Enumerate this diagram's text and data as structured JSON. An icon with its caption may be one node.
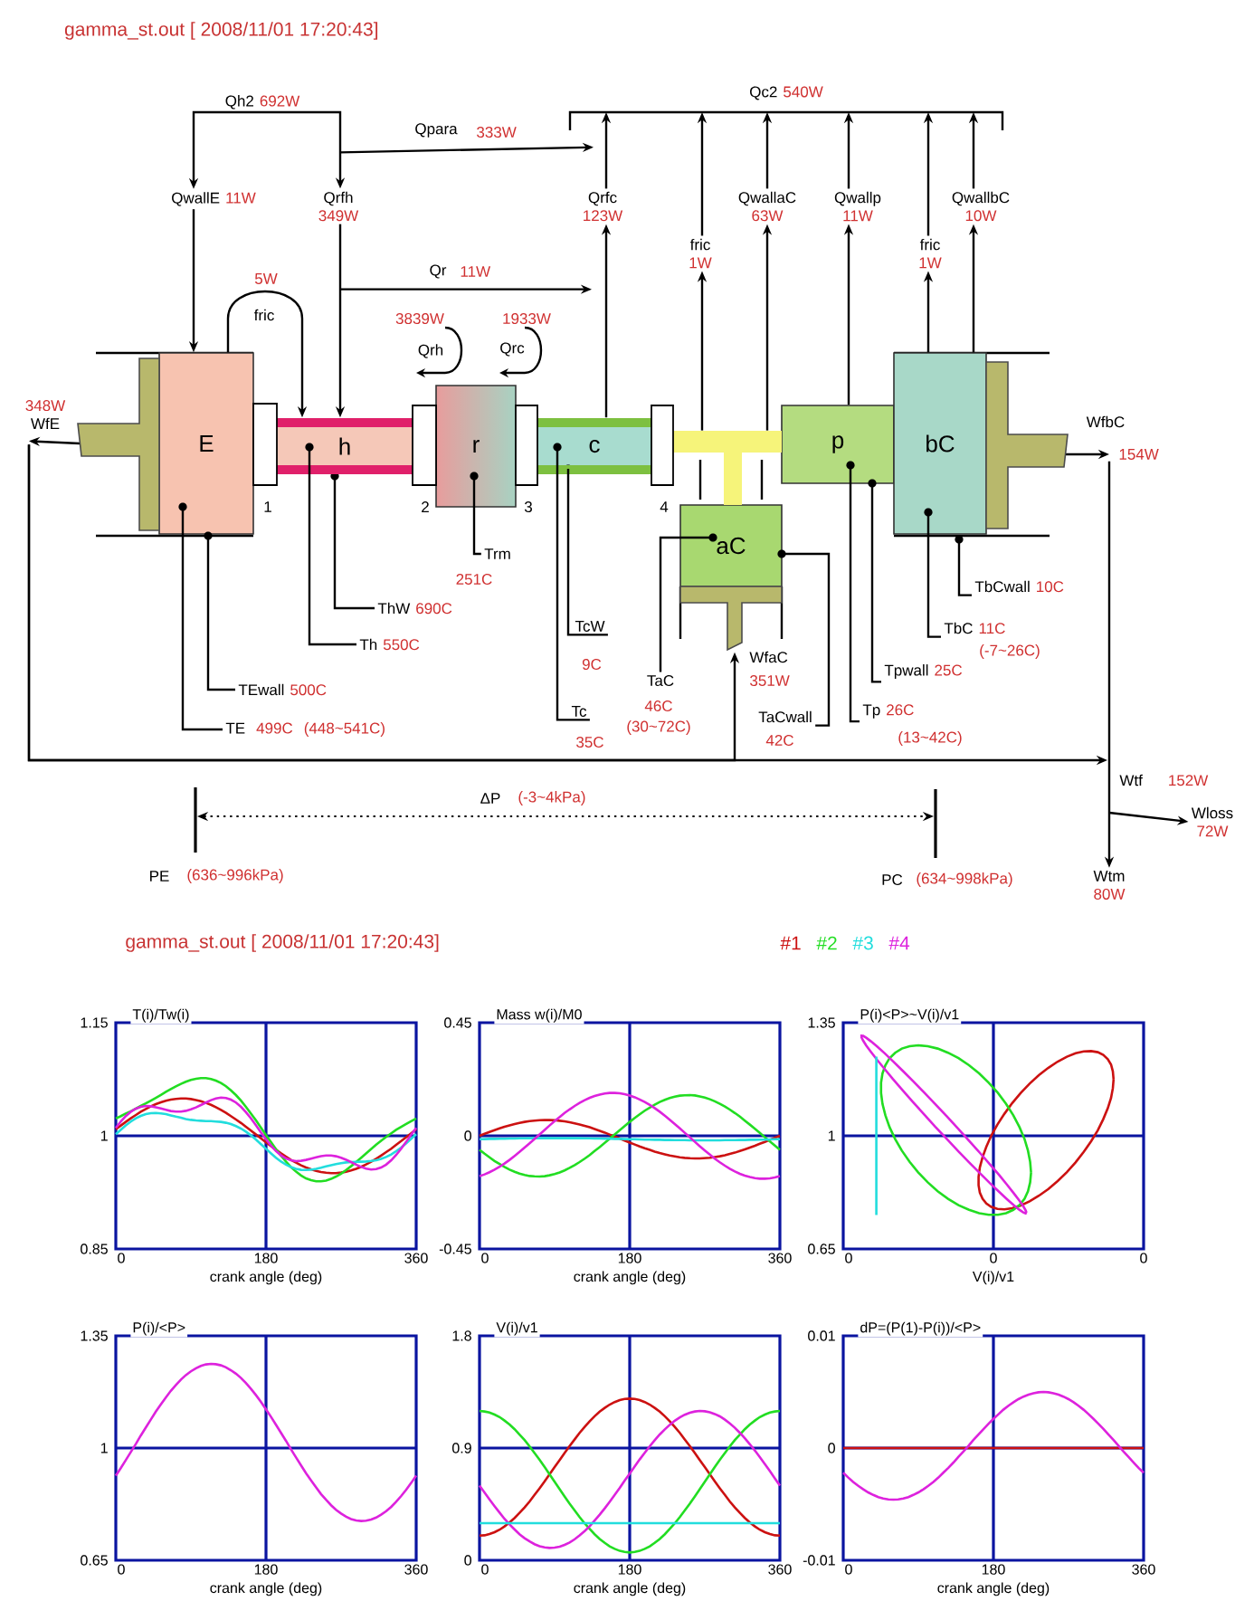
{
  "diagram": {
    "title": "gamma_st.out [ 2008/11/01 17:20:43]",
    "nodes": [
      {
        "text": [
          "Qh2",
          "692W"
        ]
      },
      {
        "text": [
          "QwallE",
          "11W"
        ]
      },
      {
        "text": [
          "Qrfh",
          "349W"
        ]
      },
      {
        "text": [
          "Qc2",
          "540W"
        ]
      },
      {
        "text": [
          "Qrfc",
          "123W"
        ]
      },
      {
        "text": [
          "fric",
          "1W"
        ]
      },
      {
        "text": [
          "QwallaC",
          "63W"
        ]
      },
      {
        "text": [
          "Qwallp",
          "11W"
        ]
      },
      {
        "text": [
          "fric",
          "1W"
        ]
      },
      {
        "text": [
          "QwallbC",
          "10W"
        ]
      },
      {
        "text": [
          "348W",
          "WfE"
        ]
      },
      {
        "text": [
          "E"
        ]
      },
      {
        "text": [
          "h"
        ]
      },
      {
        "text": [
          "r"
        ]
      },
      {
        "text": [
          "c"
        ]
      },
      {
        "text": [
          "aC"
        ]
      },
      {
        "text": [
          "p"
        ]
      },
      {
        "text": [
          "bC"
        ]
      },
      {
        "text": [
          "WfbC"
        ],
        "beside": [
          "154W"
        ]
      },
      {
        "text": [
          "Trm"
        ],
        "beside": [
          "251C"
        ]
      },
      {
        "text": [
          "TcW"
        ],
        "beside": [
          "9C"
        ]
      },
      {
        "text": [
          "ThW",
          "690C"
        ]
      },
      {
        "text": [
          "Th",
          "550C"
        ]
      },
      {
        "text": [
          "TbCwall",
          "10C"
        ]
      },
      {
        "text": [
          "TbC",
          "11C"
        ],
        "beside": [
          "(-7~26C)"
        ]
      },
      {
        "text": [
          "Tpwall",
          "25C"
        ]
      },
      {
        "text": [
          "TEwall",
          "500C"
        ]
      },
      {
        "text": [
          "Tc"
        ],
        "beside": [
          "35C"
        ]
      },
      {
        "text": [
          "TaC"
        ],
        "beside": [
          "46C",
          "(30~72C)"
        ]
      },
      {
        "text": [
          "TaCwall"
        ],
        "beside": [
          "42C"
        ]
      },
      {
        "text": [
          "Tp",
          "26C"
        ],
        "beside": [
          "(13~42C)"
        ]
      },
      {
        "text": [
          "TE",
          "499C",
          "(448~541C)"
        ]
      },
      {
        "text": [
          "Wtf",
          "152W"
        ]
      },
      {
        "text": [
          "Wloss",
          "72W"
        ]
      },
      {
        "text": [],
        "shape": "bar",
        "beside": [
          "PE",
          "(636~996kPa)"
        ]
      },
      {
        "text": [],
        "shape": "bar",
        "beside": [
          "PC",
          "(634~998kPa)"
        ]
      },
      {
        "text": [
          "Wtm",
          "80W"
        ]
      },
      {
        "text": [],
        "shape": "bar"
      }
    ],
    "edges": [
      {
        "from": 0,
        "to": 1,
        "arrow": "to"
      },
      {
        "from": 0,
        "to": 2,
        "arrow": "to"
      },
      {
        "from": 2,
        "to": 3,
        "arrow": "to",
        "label": "Qpara"
      },
      {
        "from": 1,
        "to": 11,
        "arrow": "to"
      },
      {
        "from": 2,
        "to": 12,
        "arrow": "to"
      },
      {
        "from": 11,
        "to": 12,
        "arrow": "to",
        "label": "fric"
      },
      {
        "from": 2,
        "to": 4,
        "arrow": "to",
        "label": "Qr"
      },
      {
        "from": 14,
        "to": 4,
        "arrow": "to"
      },
      {
        "from": 4,
        "to": 3,
        "arrow": "to"
      },
      {
        "from": 37,
        "to": 5,
        "arrow": "to"
      },
      {
        "from": 5,
        "to": 3,
        "arrow": "to"
      },
      {
        "from": 37,
        "to": 6,
        "arrow": "to"
      },
      {
        "from": 6,
        "to": 3,
        "arrow": "to"
      },
      {
        "from": 16,
        "to": 7,
        "arrow": "to"
      },
      {
        "from": 7,
        "to": 3,
        "arrow": "to"
      },
      {
        "from": 17,
        "to": 8,
        "arrow": "to"
      },
      {
        "from": 8,
        "to": 3,
        "arrow": "to"
      },
      {
        "from": 17,
        "to": 9,
        "arrow": "to"
      },
      {
        "from": 9,
        "to": 3,
        "arrow": "to"
      },
      {
        "from": 11,
        "to": 10,
        "arrow": "to"
      },
      {
        "from": 17,
        "to": 18,
        "arrow": "to"
      },
      {
        "from": 19,
        "to": 13,
        "arrow": "none"
      },
      {
        "from": 20,
        "to": 14,
        "arrow": "none"
      },
      {
        "from": 21,
        "to": 12,
        "arrow": "none"
      },
      {
        "from": 22,
        "to": 12,
        "arrow": "none"
      },
      {
        "from": 23,
        "to": 17,
        "arrow": "none"
      },
      {
        "from": 24,
        "to": 17,
        "arrow": "none"
      },
      {
        "from": 25,
        "to": 16,
        "arrow": "none"
      },
      {
        "from": 26,
        "to": 11,
        "arrow": "none"
      },
      {
        "from": 27,
        "to": 14,
        "arrow": "none"
      },
      {
        "from": 28,
        "to": 15,
        "arrow": "none"
      },
      {
        "from": 29,
        "to": 15,
        "arrow": "none"
      },
      {
        "from": 30,
        "to": 16,
        "arrow": "none"
      },
      {
        "from": 31,
        "to": 11,
        "arrow": "none"
      },
      {
        "from": 10,
        "to": 15,
        "arrow": "to",
        "label": "WfaC"
      },
      {
        "from": 10,
        "to": 32,
        "arrow": "to"
      },
      {
        "from": 18,
        "to": 36,
        "arrow": "to"
      },
      {
        "from": 32,
        "to": 33,
        "arrow": "to"
      },
      {
        "from": 34,
        "to": 35,
        "arrow": "both",
        "style": "dashed",
        "label": "ΔP"
      }
    ],
    "labels": [
      "333W",
      "5W",
      "11W",
      "3839W",
      "1933W",
      "Qrh",
      "Qrc",
      "1",
      "2",
      "3",
      "4",
      "351W",
      "(-3~4kPa)",
      "gamma_st.out [ 2008/11/01 17:20:43]",
      "T(i)/Tw(i)",
      "1.15",
      "1",
      "0.85",
      "0",
      "180",
      "360",
      "crank angle (deg)",
      "Mass w(i)/M0",
      "0.45",
      "0",
      "-0.45",
      "0",
      "180",
      "360",
      "crank angle (deg)",
      "P(i)<P>~V(i)/v1",
      "1.35",
      "1",
      "0.65",
      "0",
      "0",
      "0",
      "V(i)/v1",
      "P(i)/<P>",
      "1.35",
      "1",
      "0.65",
      "0",
      "180",
      "360",
      "crank angle (deg)",
      "V(i)/v1",
      "1.8",
      "0.9",
      "0",
      "0",
      "180",
      "360",
      "crank angle (deg)",
      "dP=(P(1)-P(i))/<P>",
      "0.01",
      "0",
      "-0.01",
      "0",
      "180",
      "360",
      "crank angle (deg)"
    ],
    "legend": [
      {
        "text": "#1",
        "color": "#cc1111"
      },
      {
        "text": "#2",
        "color": "#22dd22"
      },
      {
        "text": "#3",
        "color": "#22dddd"
      },
      {
        "text": "#4",
        "color": "#dd22dd"
      }
    ]
  }
}
